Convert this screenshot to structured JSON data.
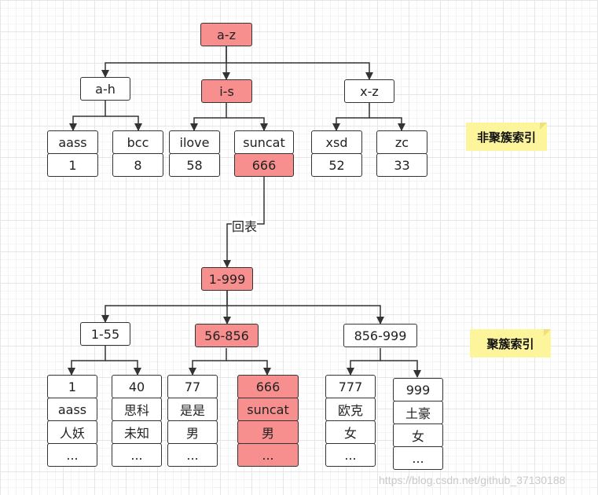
{
  "colors": {
    "highlight": "#f88f8f",
    "note": "#fdf59c",
    "stroke": "#333333"
  },
  "notes": {
    "non_clustered": "非聚簇索引",
    "clustered": "聚簇索引"
  },
  "edge_label": "回表",
  "watermark": "https://blog.csdn.net/github_37130188",
  "non_clustered": {
    "root": "a-z",
    "branches": [
      "a-h",
      "i-s",
      "x-z"
    ],
    "leaves": [
      {
        "key": "aass",
        "value": "1"
      },
      {
        "key": "bcc",
        "value": "8"
      },
      {
        "key": "ilove",
        "value": "58"
      },
      {
        "key": "suncat",
        "value": "666"
      },
      {
        "key": "xsd",
        "value": "52"
      },
      {
        "key": "zc",
        "value": "33"
      }
    ]
  },
  "clustered": {
    "root": "1-999",
    "branches": [
      "1-55",
      "56-856",
      "856-999"
    ],
    "leaves": [
      [
        "1",
        "aass",
        "人妖",
        "..."
      ],
      [
        "40",
        "思科",
        "未知",
        "..."
      ],
      [
        "77",
        "是是",
        "男",
        "..."
      ],
      [
        "666",
        "suncat",
        "男",
        "..."
      ],
      [
        "777",
        "欧克",
        "女",
        "..."
      ],
      [
        "999",
        "土豪",
        "女",
        "..."
      ]
    ]
  }
}
